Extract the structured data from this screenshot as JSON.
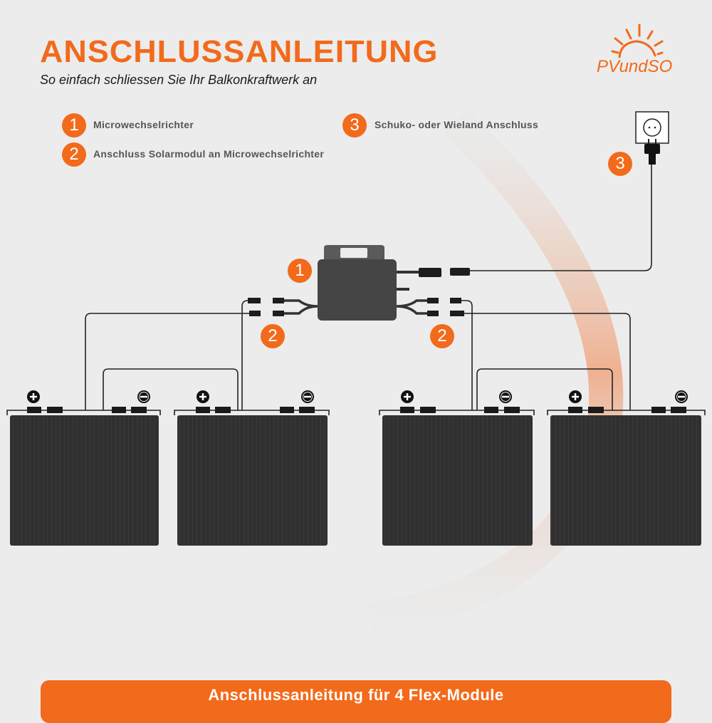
{
  "header": {
    "title": "ANSCHLUSSANLEITUNG",
    "subtitle": "So einfach schliessen Sie Ihr Balkonkraftwerk an"
  },
  "logo": {
    "text": "PVundSO"
  },
  "legend": [
    {
      "number": "1",
      "label": "Microwechselrichter"
    },
    {
      "number": "2",
      "label": "Anschluss Solarmodul an Microwechselrichter"
    },
    {
      "number": "3",
      "label": "Schuko- oder Wieland Anschluss"
    }
  ],
  "diagram": {
    "inverter_badge": "1",
    "connector_badge": "2",
    "plug_badge": "3",
    "panel_count": 4
  },
  "banner": {
    "text": "Anschlussanleitung für 4 Flex-Module"
  },
  "colors": {
    "accent": "#f26a1b",
    "panel": "#2f2f30",
    "inverter": "#444444"
  }
}
